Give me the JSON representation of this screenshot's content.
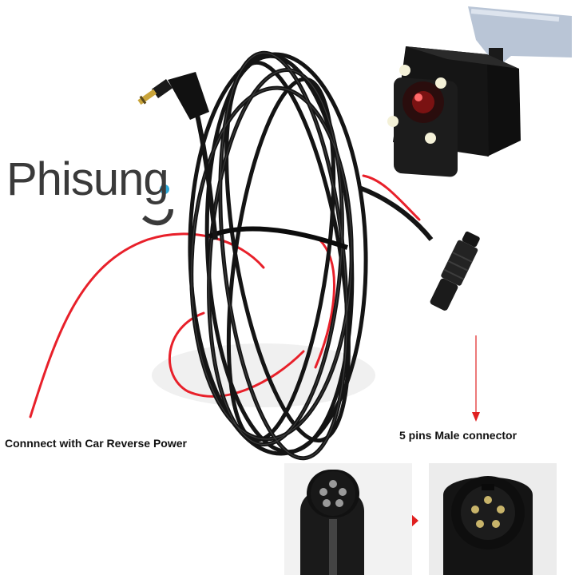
{
  "brand": {
    "logo_text": "Phisung"
  },
  "captions": {
    "reverse_power": "Connnect with Car Reverse Power",
    "male_connector": "5 pins Male connector"
  },
  "colors": {
    "cable": "#111111",
    "red_wire": "#e8202a",
    "arrow": "#e02020",
    "camera_led": "#f4f1d8"
  }
}
